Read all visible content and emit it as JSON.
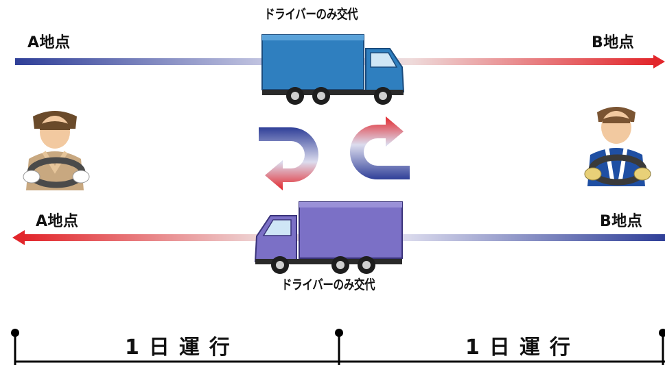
{
  "top_route": {
    "from_label": "A地点",
    "to_label": "B地点",
    "swap_label": "ドライバーのみ交代"
  },
  "bottom_route": {
    "from_label": "B地点",
    "to_label": "A地点",
    "swap_label": "ドライバーのみ交代"
  },
  "timeline": {
    "segments": [
      {
        "label": "1日運行"
      },
      {
        "label": "1日運行"
      }
    ]
  },
  "colors": {
    "blue": "#2f3f98",
    "red": "#e2262b",
    "truck_top": "#2f7fbf",
    "truck_bottom": "#7b70c6"
  }
}
